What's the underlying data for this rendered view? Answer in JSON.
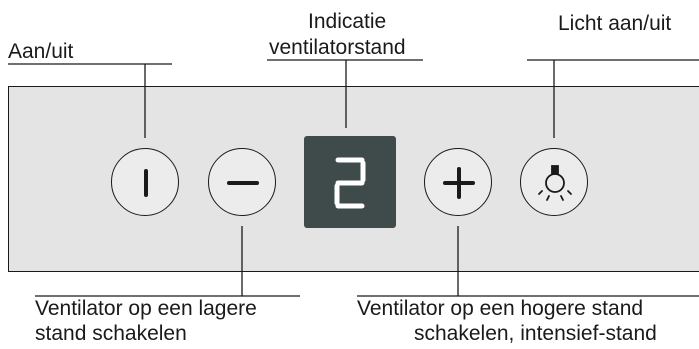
{
  "labels": {
    "power": "Aan/uit",
    "indicator_line1": "Indicatie",
    "indicator_line2": "ventilatorstand",
    "light": "Licht aan/uit",
    "lower_line1": "Ventilator op een lagere",
    "lower_line2": "stand schakelen",
    "higher_line1": "Ventilator op een hogere stand",
    "higher_line2": "schakelen, intensief-stand"
  },
  "display": {
    "value": "2"
  },
  "icons": {
    "power": "power-i-icon",
    "minus": "minus-icon",
    "plus": "plus-icon",
    "light": "light-bulb-icon"
  },
  "colors": {
    "panel": "#e4e4e4",
    "display_bg": "#3f4a4b",
    "segment": "#ffffff",
    "stroke": "#1a1a1a"
  }
}
